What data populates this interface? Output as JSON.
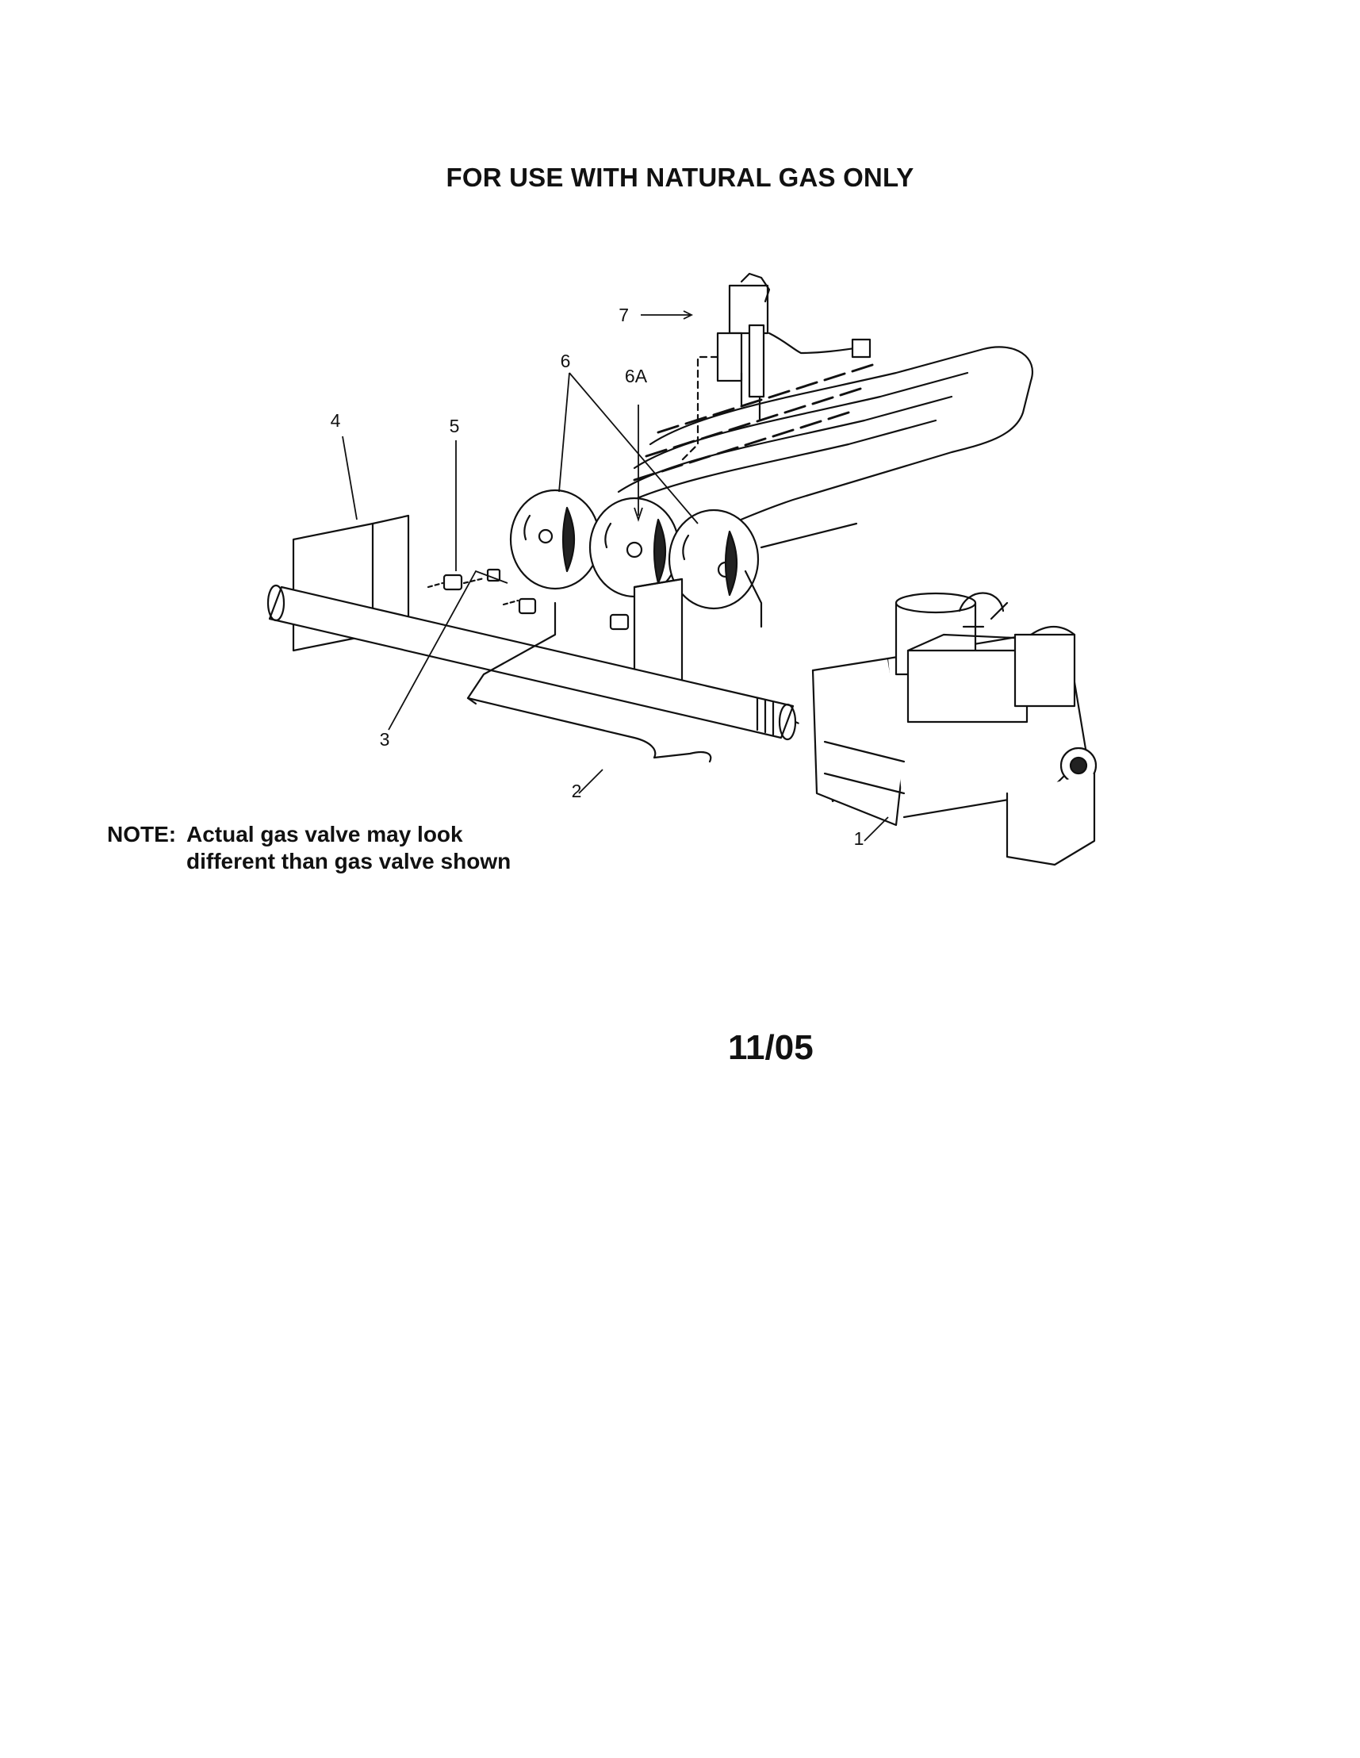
{
  "title": "FOR USE WITH NATURAL GAS ONLY",
  "note": {
    "label": "NOTE:",
    "line1": "Actual gas valve may look",
    "line2": "different than gas valve shown"
  },
  "date_code": "11/05",
  "callouts": [
    "1",
    "2",
    "3",
    "4",
    "5",
    "6",
    "6A",
    "7"
  ]
}
